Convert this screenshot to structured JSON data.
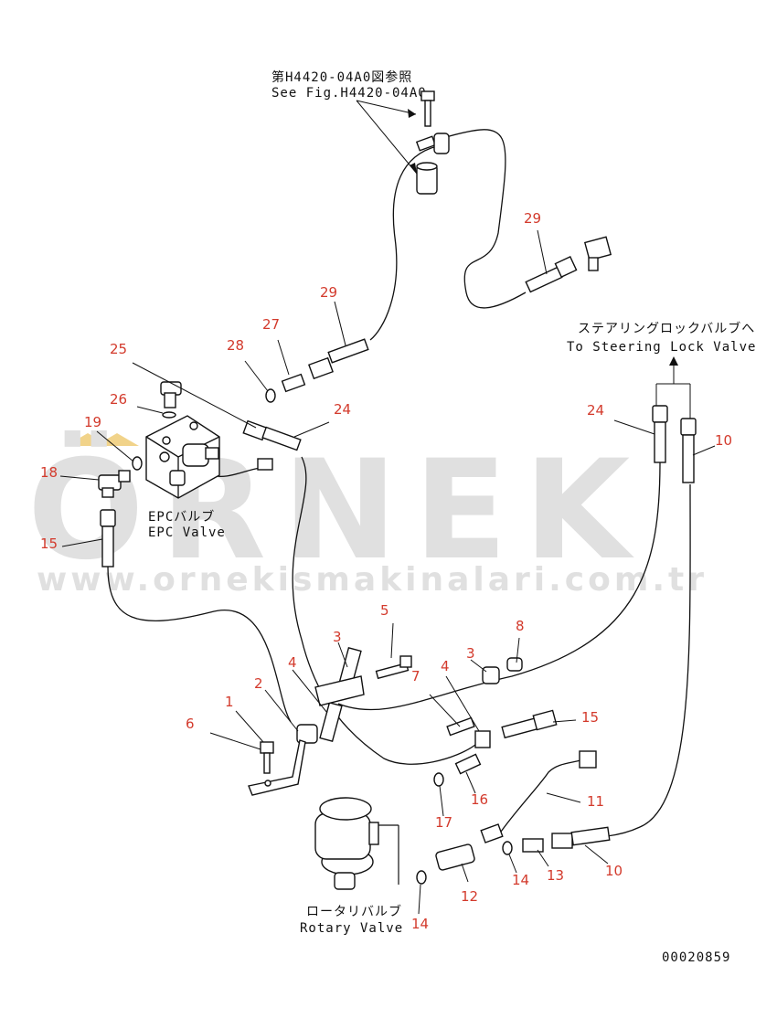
{
  "watermark": {
    "brand": "ÖRNEK",
    "url": "www.ornekismakinalari.com.tr",
    "color": "#e0e0e0"
  },
  "references": {
    "fig_ref_jp": "第H4420-04A0図参照",
    "fig_ref_en": "See Fig.H4420-04A0",
    "steering_jp": "ステアリングロックバルブへ",
    "steering_en": "To Steering Lock Valve",
    "epc_jp": "EPCバルブ",
    "epc_en": "EPC Valve",
    "rotary_jp": "ロータリバルブ",
    "rotary_en": "Rotary Valve"
  },
  "drawing_number": "00020859",
  "callout_color": "#d33a2c",
  "callouts": [
    "29",
    "29",
    "27",
    "28",
    "25",
    "26",
    "24",
    "19",
    "18",
    "15",
    "24",
    "10",
    "5",
    "3",
    "8",
    "4",
    "7",
    "4",
    "3",
    "2",
    "1",
    "6",
    "15",
    "16",
    "17",
    "11",
    "14",
    "13",
    "10",
    "12",
    "14"
  ]
}
